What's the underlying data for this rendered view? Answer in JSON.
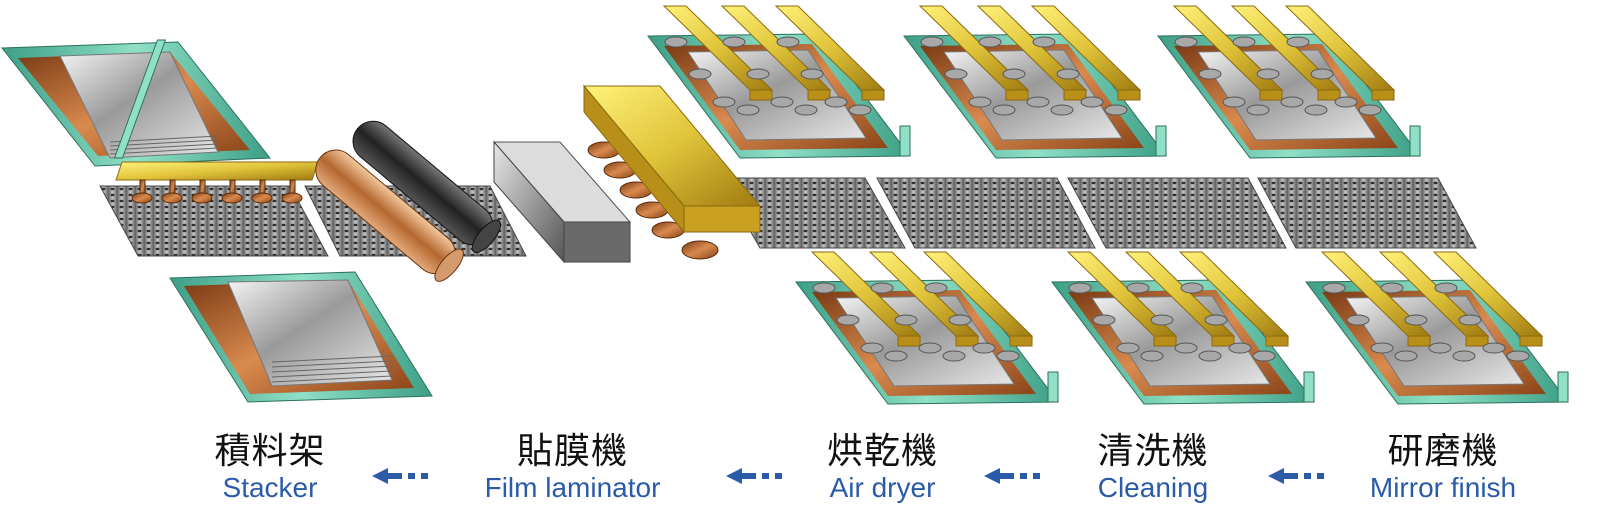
{
  "stages": [
    {
      "id": "stacker",
      "zh": "積料架",
      "en": "Stacker"
    },
    {
      "id": "film-laminator",
      "zh": "貼膜機",
      "en": "Film laminator"
    },
    {
      "id": "air-dryer",
      "zh": "烘乾機",
      "en": "Air dryer"
    },
    {
      "id": "cleaning",
      "zh": "清洗機",
      "en": "Cleaning"
    },
    {
      "id": "mirror-finish",
      "zh": "研磨機",
      "en": "Mirror finish"
    }
  ],
  "colors": {
    "label_text": "#111111",
    "label_english": "#2b5aa8",
    "arrow": "#2b5aa8",
    "frame_teal": "#5fbfa4",
    "frame_copper": "#b9632c",
    "brush_gold": "#e0c43a",
    "plate_steel": "#b8b8b8",
    "roller_dark": "#3a3a3a"
  },
  "icons": [
    "flow-arrow-left-icon"
  ]
}
